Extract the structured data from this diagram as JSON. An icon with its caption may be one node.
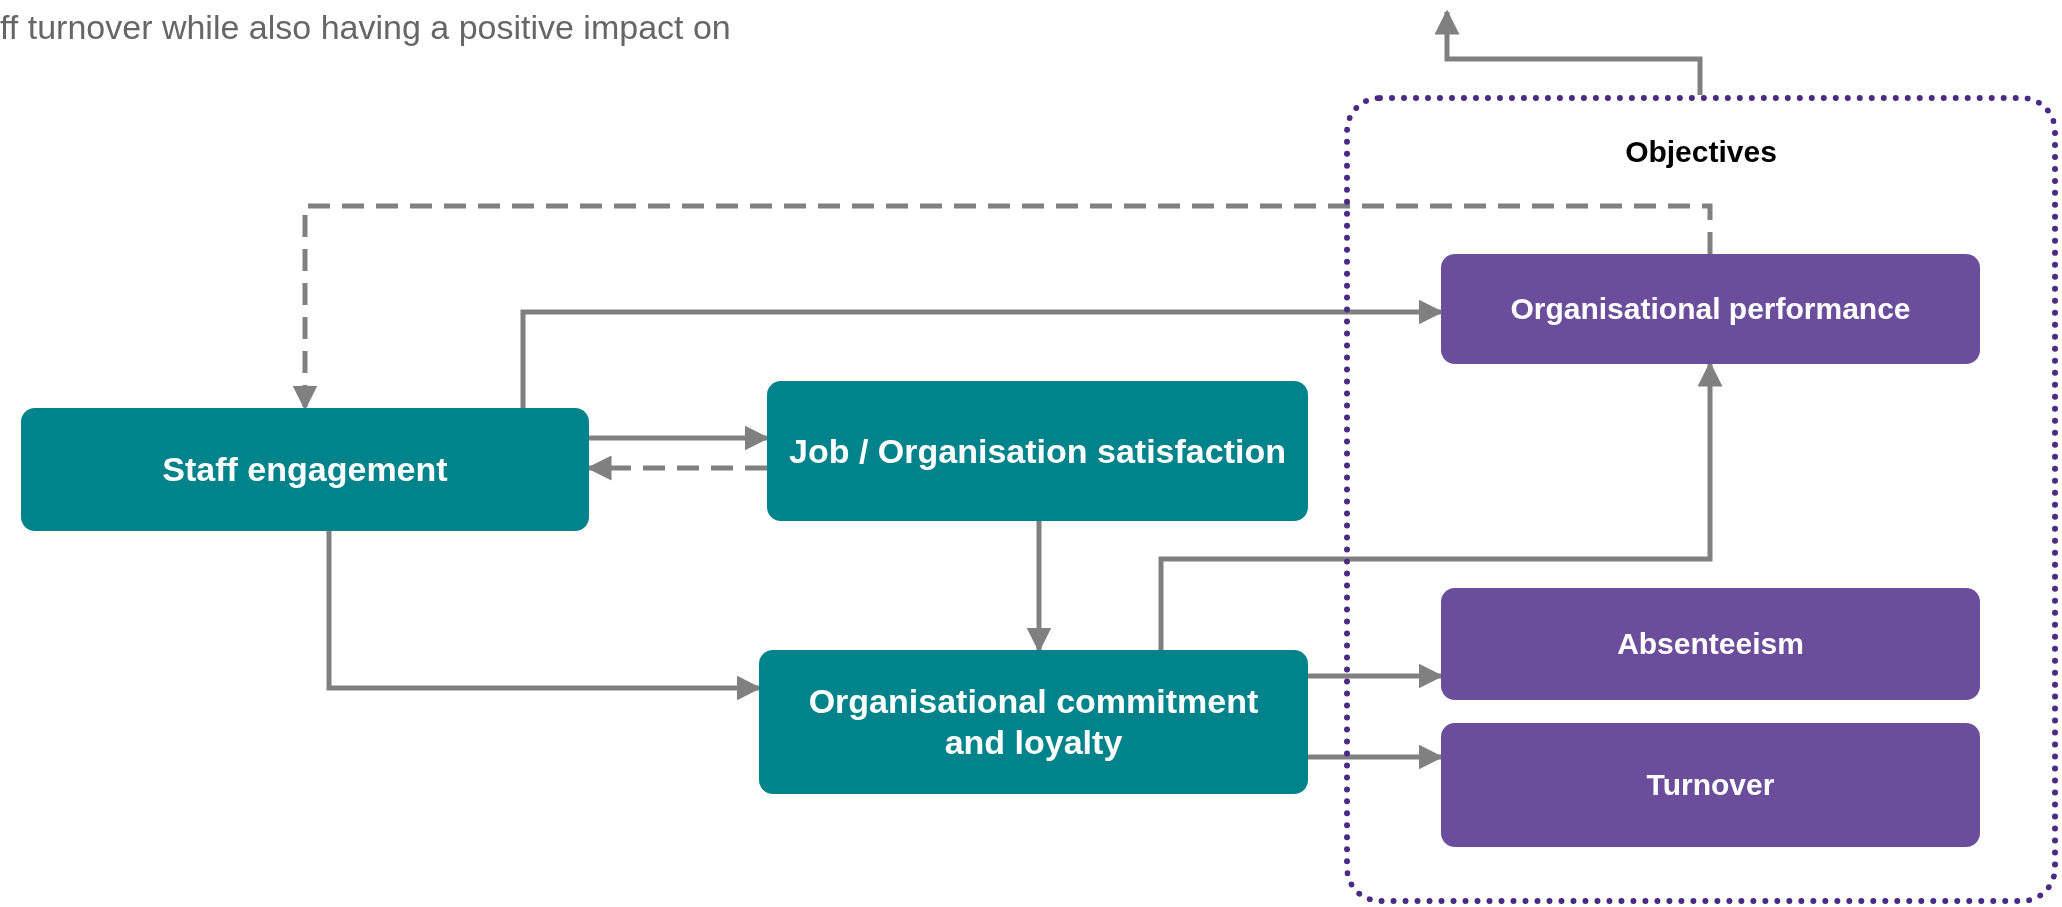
{
  "diagram": {
    "nodes": [
      {
        "text": [
          "Staff engagement"
        ]
      },
      {
        "text": [
          "Job / Organisation satisfaction"
        ]
      },
      {
        "text": [
          "Organisational commitment and loyalty"
        ]
      },
      {
        "text": [
          "Objectives"
        ]
      },
      {
        "text": [
          "Organisational performance"
        ],
        "in": 3
      },
      {
        "text": [
          "Absenteeism"
        ],
        "in": 3
      },
      {
        "text": [
          "Turnover"
        ],
        "in": 3
      }
    ],
    "edges": [
      {
        "from": 0,
        "to": 4,
        "arrow": "to"
      },
      {
        "from": 0,
        "to": 1,
        "arrow": "to"
      },
      {
        "from": 1,
        "to": 0,
        "arrow": "to",
        "style": "dashed"
      },
      {
        "from": 0,
        "to": 2,
        "arrow": "to"
      },
      {
        "from": 1,
        "to": 2,
        "arrow": "to"
      },
      {
        "from": 2,
        "to": 4,
        "arrow": "to"
      },
      {
        "from": 2,
        "to": 5,
        "arrow": "to"
      },
      {
        "from": 2,
        "to": 6,
        "arrow": "to"
      },
      {
        "from": 4,
        "to": 0,
        "arrow": "to",
        "style": "dashed"
      },
      {
        "from": 3,
        "to": null,
        "arrow": "to"
      }
    ],
    "labels": [
      "ff turnover while also having a positive impact on"
    ]
  }
}
